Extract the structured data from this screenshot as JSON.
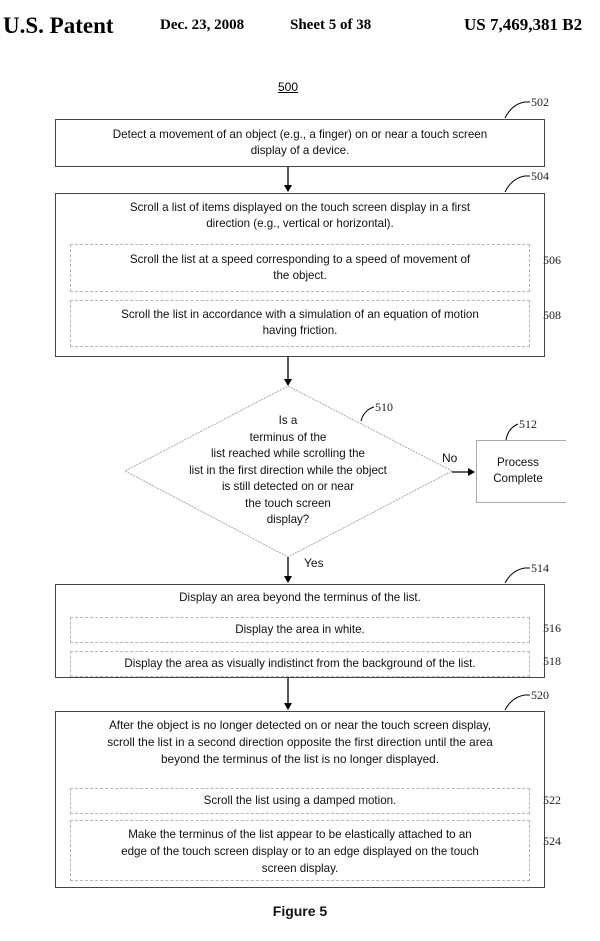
{
  "header": {
    "title": "U.S. Patent",
    "date": "Dec. 23, 2008",
    "sheet": "Sheet 5 of 38",
    "patent_number": "US 7,469,381 B2"
  },
  "figure": {
    "number_label": "500",
    "caption": "Figure 5"
  },
  "steps": {
    "s502": {
      "ref": "502",
      "text": [
        "Detect a movement of an object (e.g., a finger) on or near a touch screen",
        "display of a device."
      ]
    },
    "s504": {
      "ref": "504",
      "text": [
        "Scroll a list of items displayed on the touch screen display in a first",
        "direction (e.g., vertical or horizontal)."
      ]
    },
    "s506": {
      "ref": "506",
      "text": [
        "Scroll the list at a speed corresponding to a speed of movement of",
        "the object."
      ]
    },
    "s508": {
      "ref": "508",
      "text": [
        "Scroll the list in accordance with a simulation of an equation of motion",
        "having friction."
      ]
    },
    "s510": {
      "ref": "510",
      "text": [
        "Is a",
        "terminus of the",
        "list reached while scrolling the",
        "list in the first direction while the object",
        "is still detected on or near",
        "the touch screen",
        "display?"
      ]
    },
    "s512": {
      "ref": "512",
      "text": [
        "Process",
        "Complete"
      ]
    },
    "s514": {
      "ref": "514",
      "text": [
        "Display an area beyond the terminus of the list."
      ]
    },
    "s516": {
      "ref": "516",
      "text": [
        "Display the area in white."
      ]
    },
    "s518": {
      "ref": "518",
      "text": [
        "Display the area as visually indistinct from the background of the list."
      ]
    },
    "s520": {
      "ref": "520",
      "text": [
        "After the object is no longer detected on or near the touch screen display,",
        "scroll the list in a second direction opposite the first direction until the area",
        "beyond the terminus of the list is no longer displayed."
      ]
    },
    "s522": {
      "ref": "522",
      "text": [
        "Scroll the list using a damped motion."
      ]
    },
    "s524": {
      "ref": "524",
      "text": [
        "Make the terminus of the list appear to be elastically attached to an",
        "edge of the touch screen display or to an edge displayed on the touch",
        "screen display."
      ]
    }
  },
  "branches": {
    "no": "No",
    "yes": "Yes"
  }
}
